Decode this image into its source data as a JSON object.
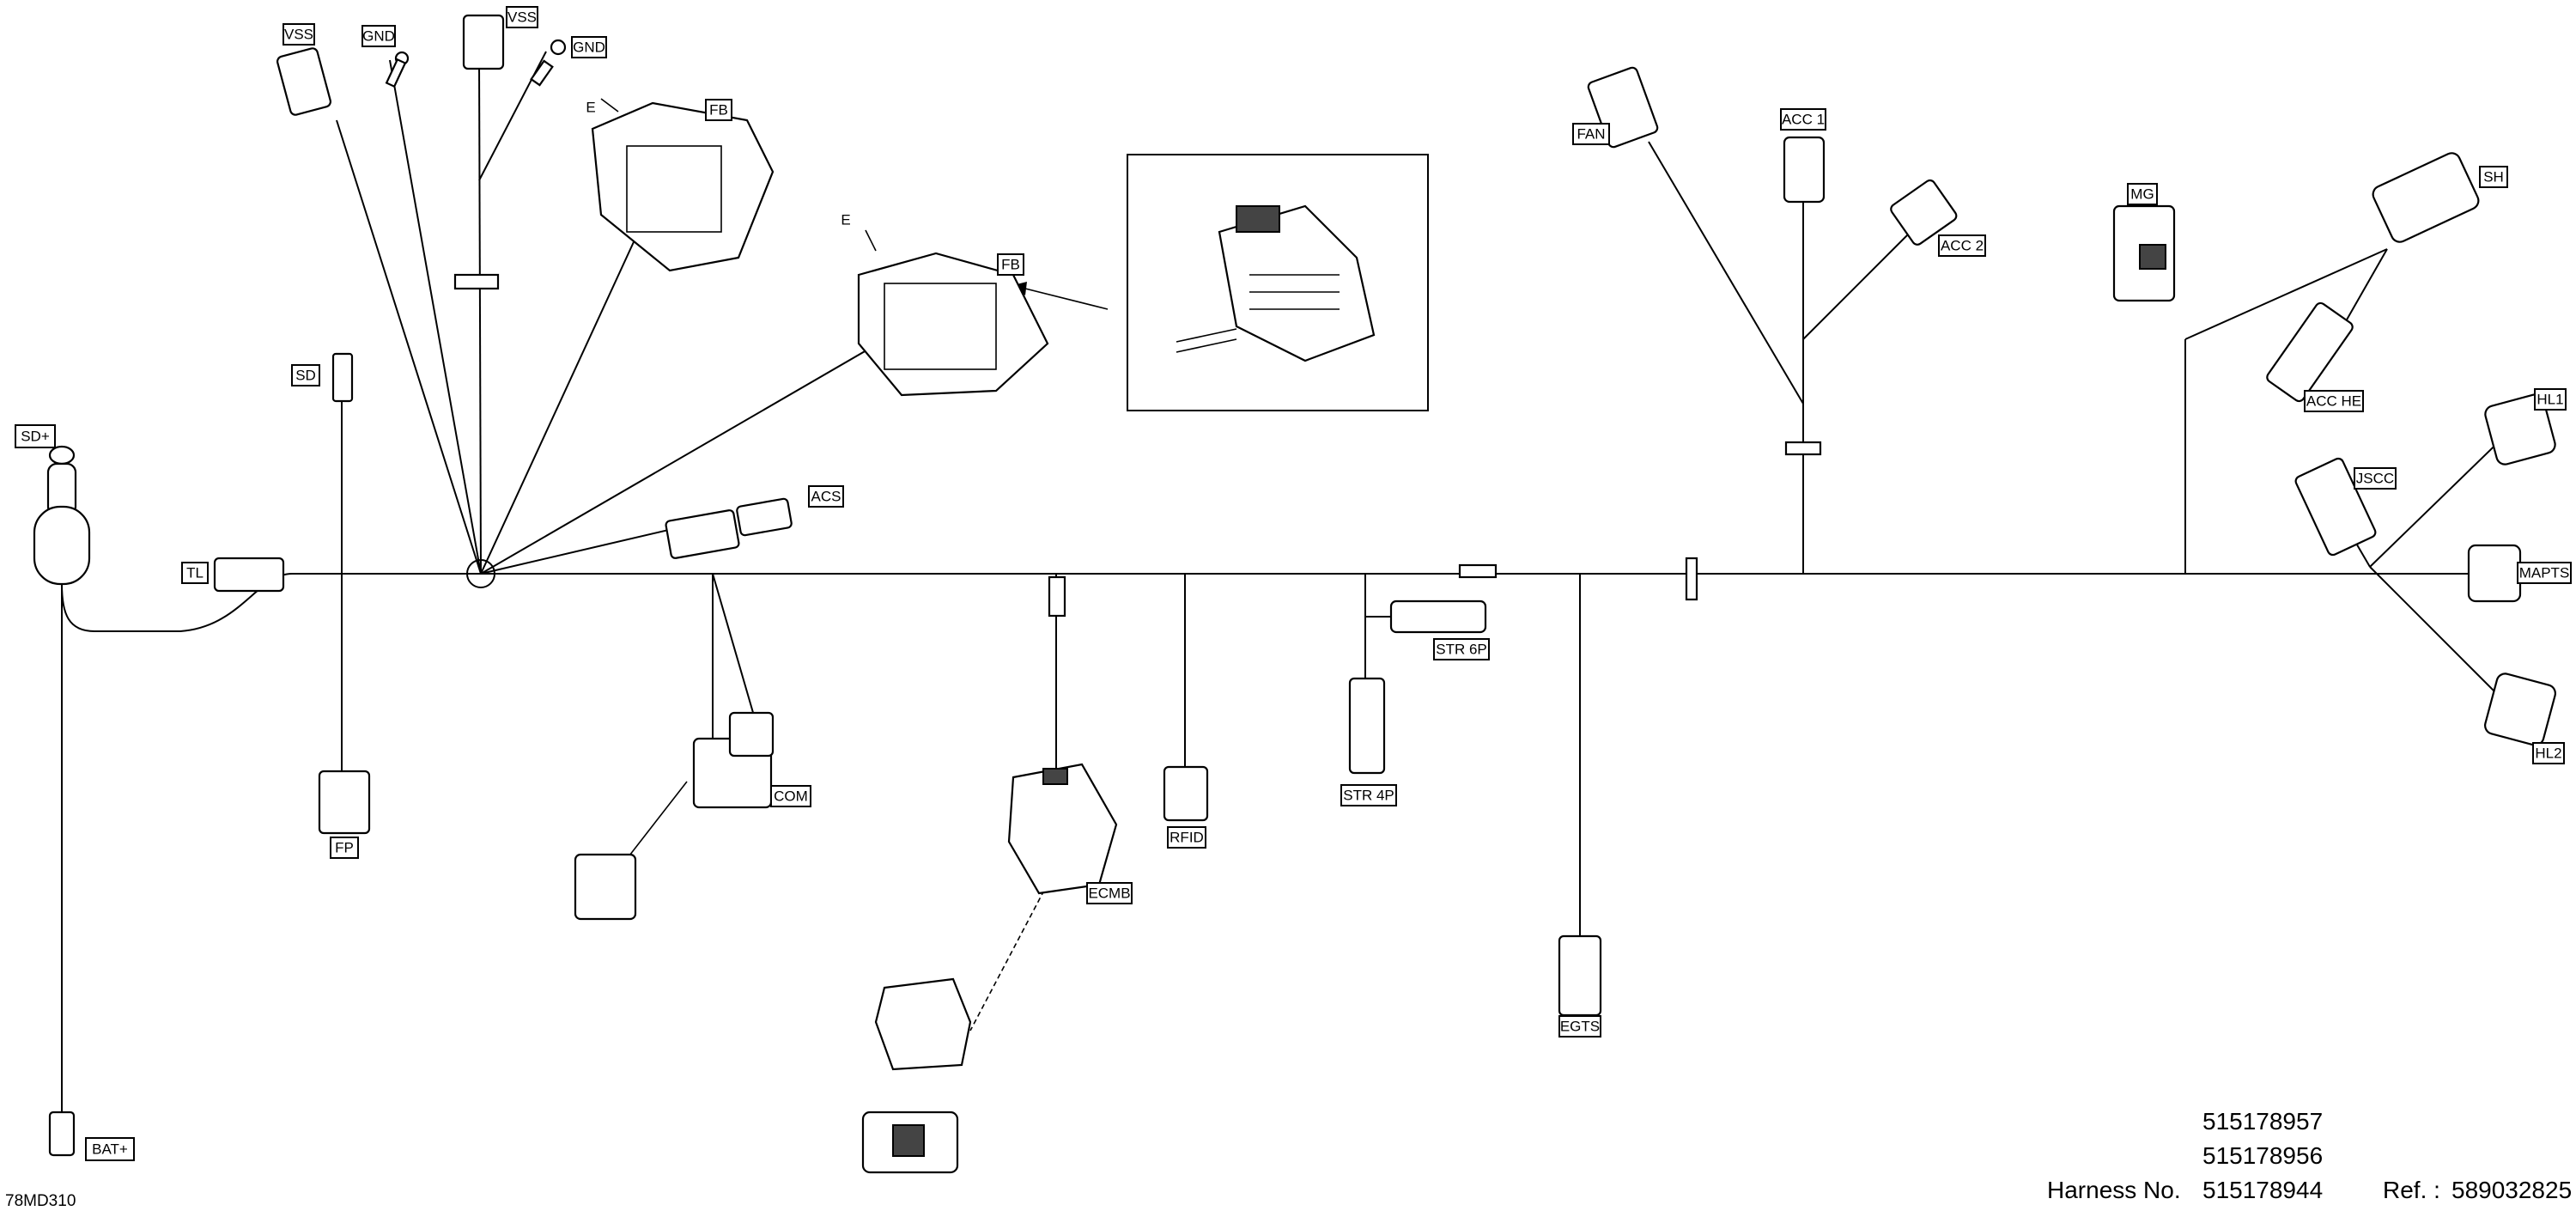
{
  "connectors": {
    "vss_1": "VSS",
    "gnd_1": "GND",
    "vss_2": "VSS",
    "gnd_2": "GND",
    "fb_1": "FB",
    "fb_2": "FB",
    "e_1": "E",
    "e_2": "E",
    "sd": "SD",
    "sd_plus": "SD+",
    "tl": "TL",
    "fp": "FP",
    "acs": "ACS",
    "com": "COM",
    "ecmb": "ECMB",
    "rfid": "RFID",
    "str6p": "STR 6P",
    "str4p": "STR 4P",
    "egts": "EGTS",
    "fan": "FAN",
    "acc1": "ACC 1",
    "acc2": "ACC 2",
    "mg": "MG",
    "sh": "SH",
    "acche": "ACC HE",
    "hl1": "HL1",
    "jscc": "JSCC",
    "mapts": "MAPTS",
    "hl2": "HL2",
    "bat_plus": "BAT+"
  },
  "footer": {
    "part_1": "515178957",
    "part_2": "515178956",
    "harness_label": "Harness No.",
    "part_3": "515178944",
    "ref_label": "Ref. :",
    "ref_value": "589032825",
    "drawing_code": "78MD310"
  }
}
